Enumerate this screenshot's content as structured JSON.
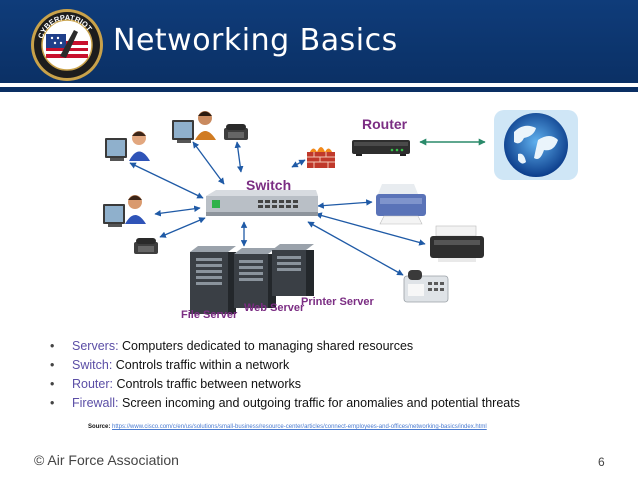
{
  "header": {
    "title": "Networking Basics",
    "logo_text": "CYBERPATRIOT",
    "bg_color": "#0f3c7a"
  },
  "diagram": {
    "switch_label": "Switch",
    "router_label": "Router",
    "file_server_label": "File Server",
    "web_server_label": "Web Server",
    "printer_server_label": "Printer Server",
    "label_color": "#7b2d83"
  },
  "bullets": [
    {
      "term": "Servers:",
      "text": " Computers dedicated to managing shared resources"
    },
    {
      "term": "Switch:",
      "text": " Controls traffic within a network"
    },
    {
      "term": "Router:",
      "text": " Controls traffic between networks"
    },
    {
      "term": "Firewall:",
      "text": "  Screen incoming and outgoing traffic for anomalies and potential threats"
    }
  ],
  "source": {
    "label": "Source:",
    "url": "https://www.cisco.com/c/en/us/solutions/small-business/resource-center/articles/connect-employees-and-offices/networking-basics/index.html"
  },
  "footer": {
    "text": "© Air Force Association",
    "page_number": "6"
  }
}
